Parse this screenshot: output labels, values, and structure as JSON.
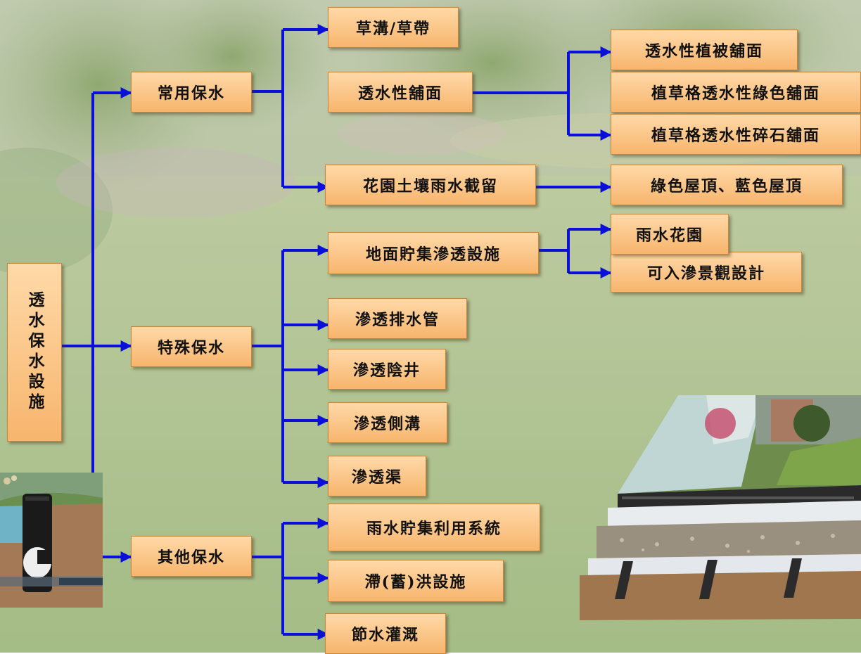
{
  "colors": {
    "box_fill": "#f9c58a",
    "box_border": "#c9863b",
    "connector": "#0a10d8",
    "background": "#a6be88"
  },
  "root": {
    "label": "透水保水設施"
  },
  "categories": [
    {
      "id": "common",
      "label": "常用保水"
    },
    {
      "id": "special",
      "label": "特殊保水"
    },
    {
      "id": "other",
      "label": "其他保水"
    }
  ],
  "common_items": {
    "grass_ditch": "草溝/草帶",
    "permeable_paving": "透水性舖面",
    "garden_soil": "花園土壤雨水截留"
  },
  "paving_types": [
    "透水性植被舖面",
    "植草格透水性綠色舖面",
    "植草格透水性碎石舖面"
  ],
  "roof_types": "綠色屋頂、藍色屋頂",
  "special_items": {
    "surface_storage": "地面貯集滲透設施",
    "drain_pipe": "滲透排水管",
    "infiltration_well": "滲透陰井",
    "side_ditch": "滲透側溝",
    "channel": "滲透渠"
  },
  "surface_storage_types": [
    "雨水花園",
    "可入滲景觀設計"
  ],
  "other_items": {
    "rainwater_harvest": "雨水貯集利用系統",
    "detention": "滯(蓄)洪設施",
    "irrigation": "節水灌溉"
  },
  "images": [
    {
      "name": "infiltration-pipe-cross-section-photo"
    },
    {
      "name": "permeable-paving-cross-section-photo"
    }
  ]
}
